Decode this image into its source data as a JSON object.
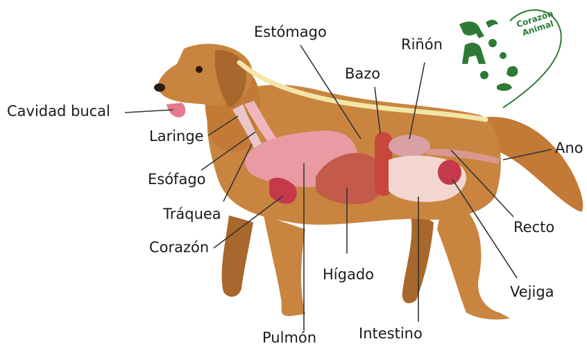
{
  "diagram": {
    "labels": {
      "cavidad_bucal": "Cavidad bucal",
      "laringe": "Laringe",
      "esofago": "Esófago",
      "traquea": "Tráquea",
      "corazon": "Corazón",
      "estomago": "Estómago",
      "bazo": "Bazo",
      "rinon": "Riñón",
      "ano": "Ano",
      "recto": "Recto",
      "vejiga": "Vejiga",
      "higado": "Hígado",
      "pulmon": "Pulmón",
      "intestino": "Intestino"
    },
    "colors": {
      "fur": "#c9853f",
      "fur_dark": "#a8672c",
      "lung": "#e99aa3",
      "liver": "#c45a4a",
      "spleen": "#c8473c",
      "intestine": "#f3d6cf",
      "spine": "#f2e6a8",
      "leader_line": "#333333"
    }
  },
  "brand": {
    "logo_text": "Corazón Animal",
    "logo_line1": "Corazón",
    "logo_line2": "Animal",
    "color": "#2e7a35"
  }
}
